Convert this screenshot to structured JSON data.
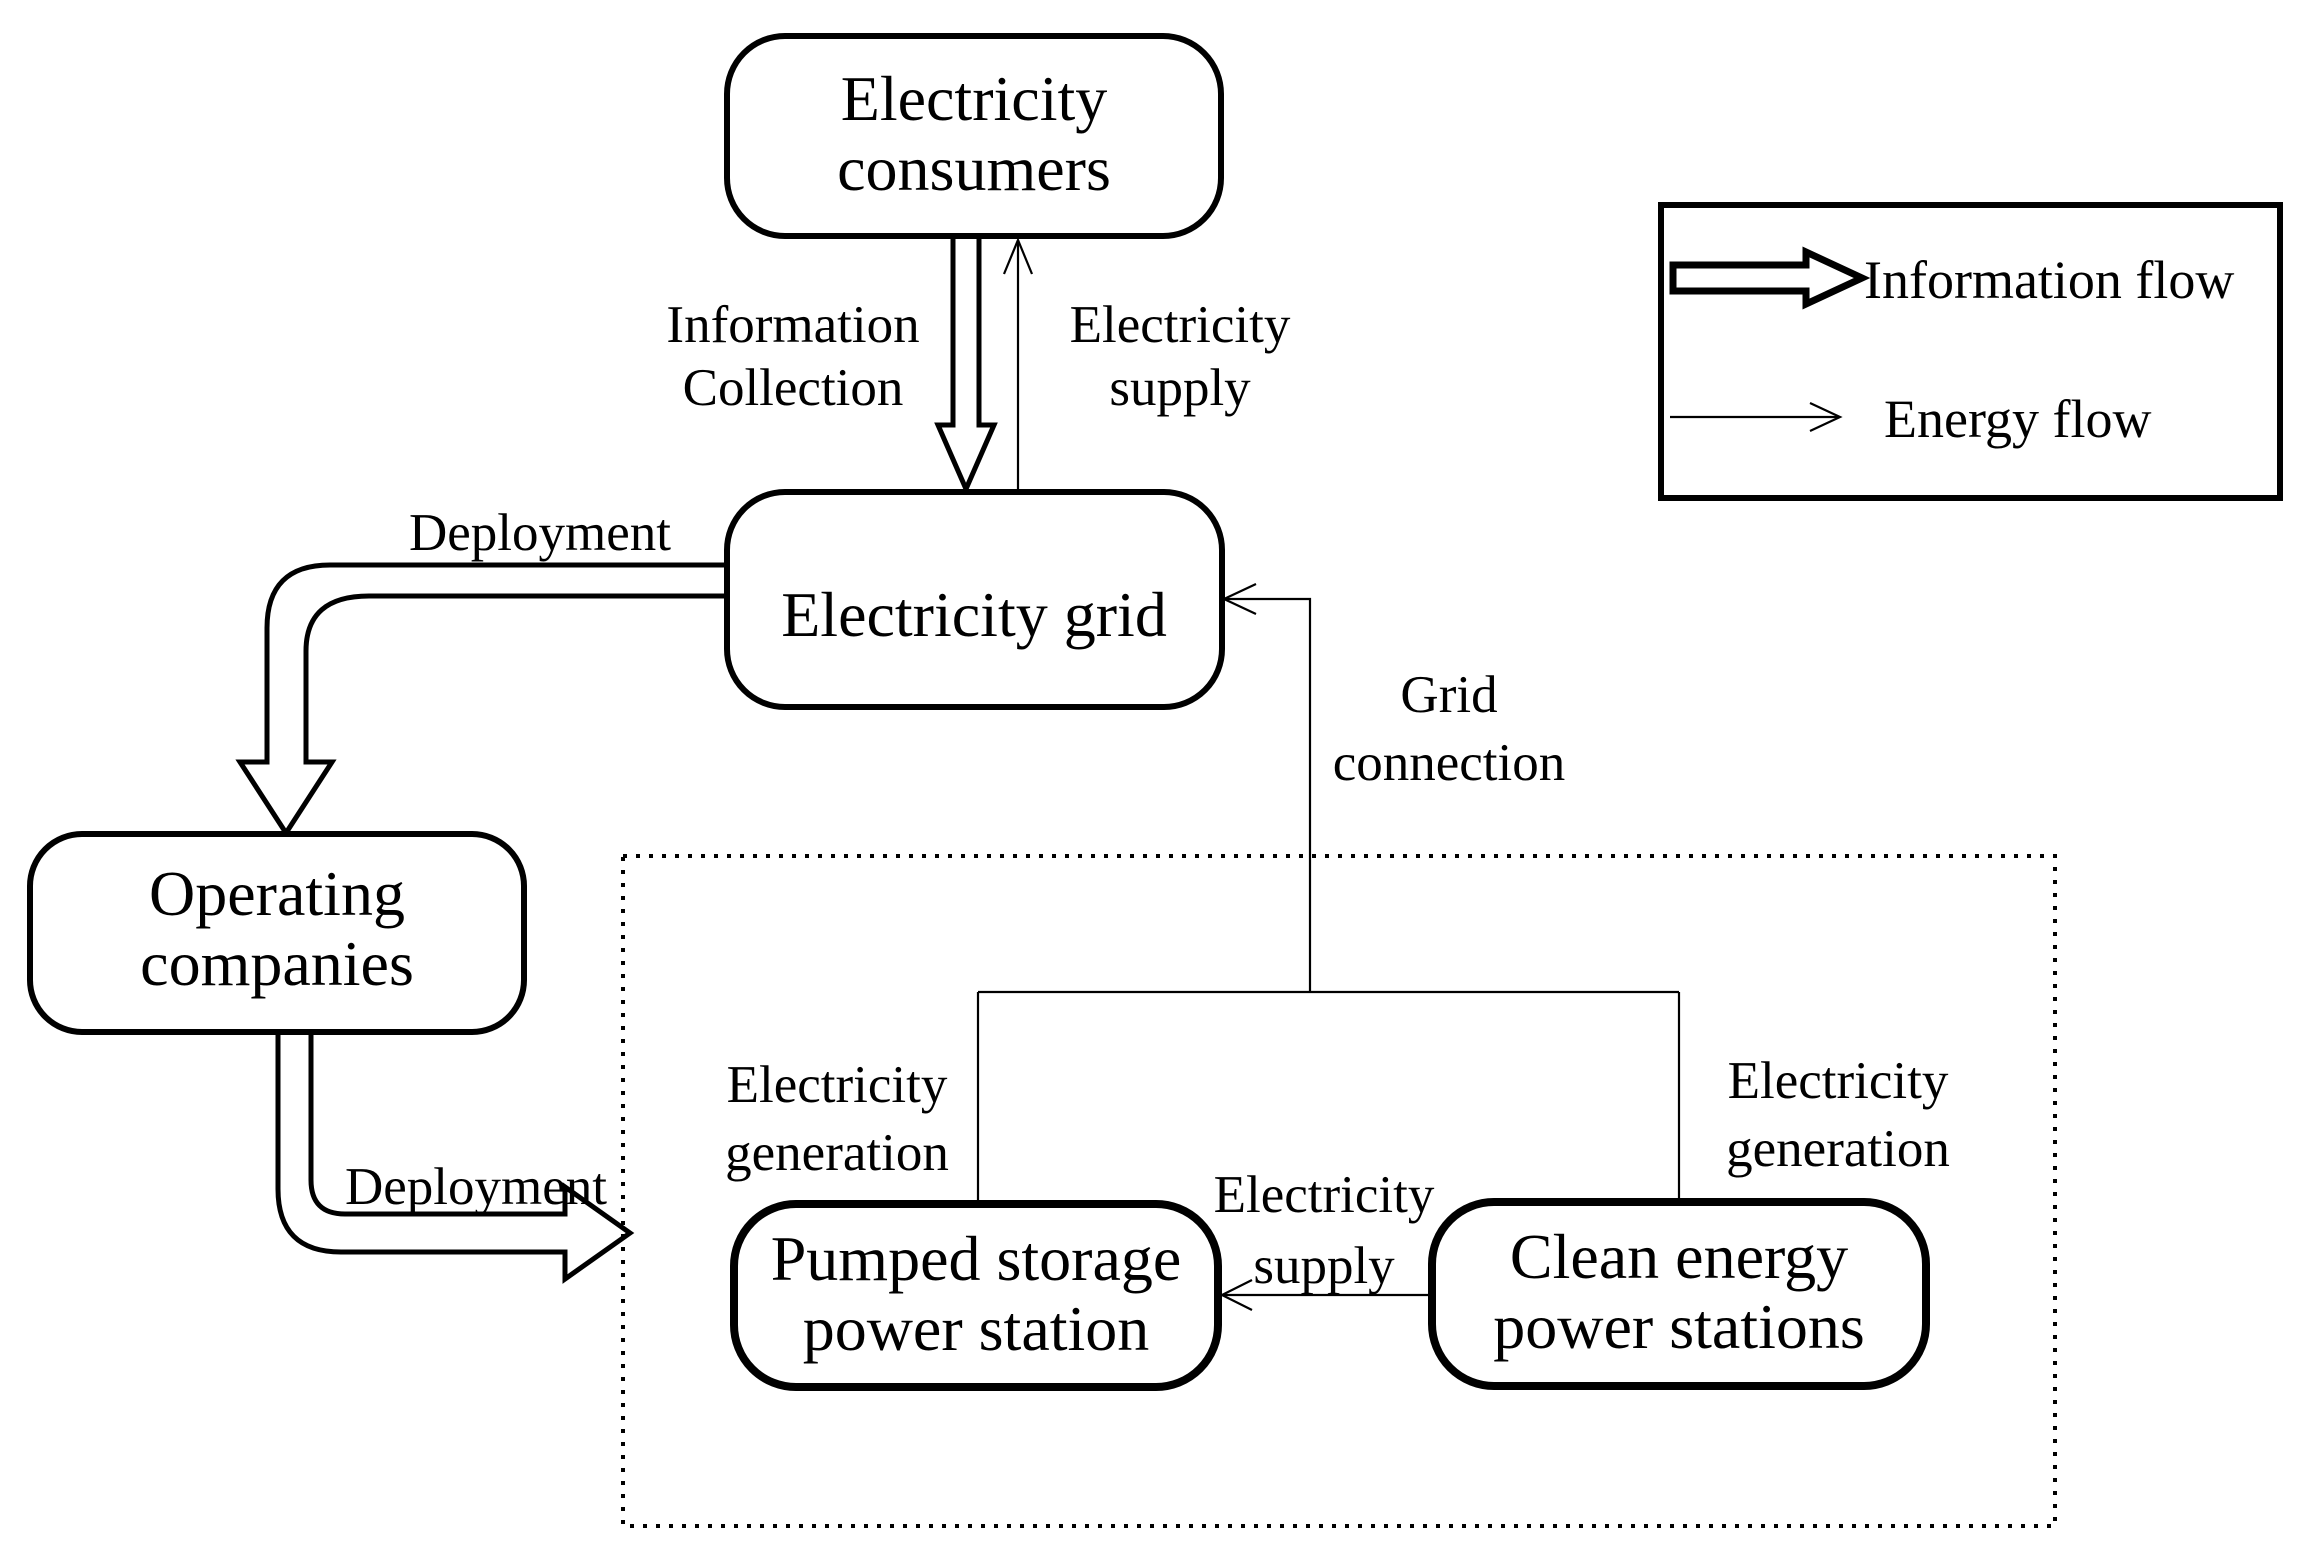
{
  "colors": {
    "background": "#ffffff",
    "line": "#000000"
  },
  "nodes": {
    "consumers": {
      "line1": "Electricity",
      "line2": "consumers"
    },
    "grid": {
      "label": "Electricity grid"
    },
    "operating": {
      "line1": "Operating",
      "line2": "companies"
    },
    "pumped": {
      "line1": "Pumped storage",
      "line2": "power station"
    },
    "clean": {
      "line1": "Clean energy",
      "line2": "power stations"
    }
  },
  "labels": {
    "information_collection": {
      "line1": "Information",
      "line2": "Collection"
    },
    "electricity_supply_top": {
      "line1": "Electricity",
      "line2": "supply"
    },
    "deployment_upper": "Deployment",
    "deployment_lower": "Deployment",
    "grid_connection": {
      "line1": "Grid",
      "line2": "connection"
    },
    "electricity_generation_left": {
      "line1": "Electricity",
      "line2": "generation"
    },
    "electricity_generation_right": {
      "line1": "Electricity",
      "line2": "generation"
    },
    "electricity_supply_bottom": {
      "line1": "Electricity",
      "line2": "supply"
    }
  },
  "legend": {
    "items": [
      {
        "icon": "information-flow-arrow",
        "label": "Information flow"
      },
      {
        "icon": "energy-flow-arrow",
        "label": "Energy flow"
      }
    ]
  }
}
